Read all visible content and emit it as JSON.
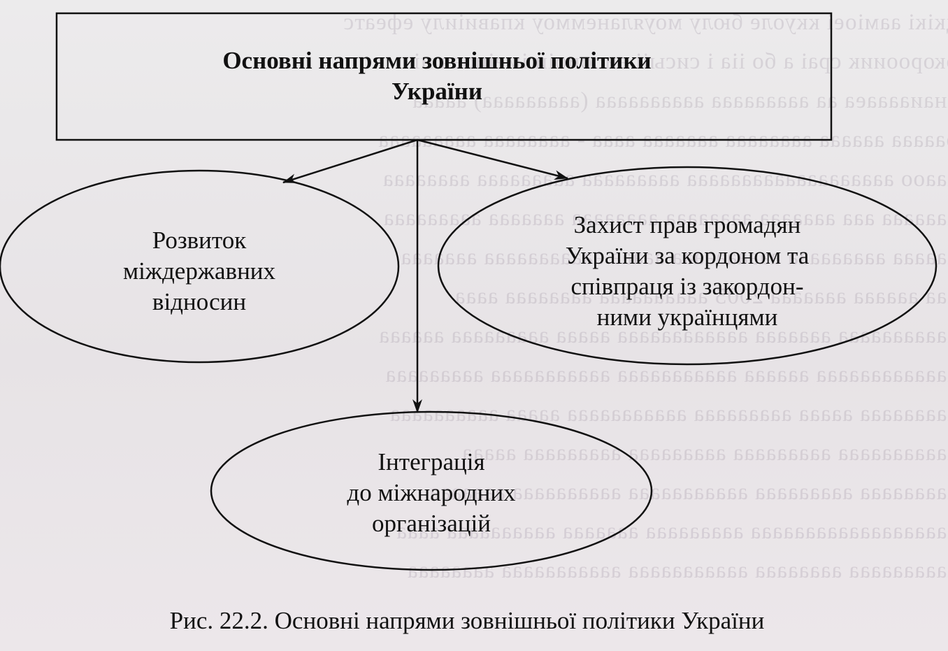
{
  "diagram": {
    "title_lines": [
      "Основні напрями зовнішньої політики",
      "України"
    ],
    "nodes": [
      {
        "id": "left",
        "lines": [
          "Розвиток",
          "міждержавних",
          "відносин"
        ]
      },
      {
        "id": "right",
        "lines": [
          "Захист прав громадян",
          "України за кордоном та",
          "співпраця із закордон-",
          "ними українцями"
        ]
      },
      {
        "id": "bottom",
        "lines": [
          "Інтеграція",
          "до міжнародних",
          "організацій"
        ]
      }
    ]
  },
  "caption": "Рис. 22.2. Основні напрями зовнішньої політики України"
}
